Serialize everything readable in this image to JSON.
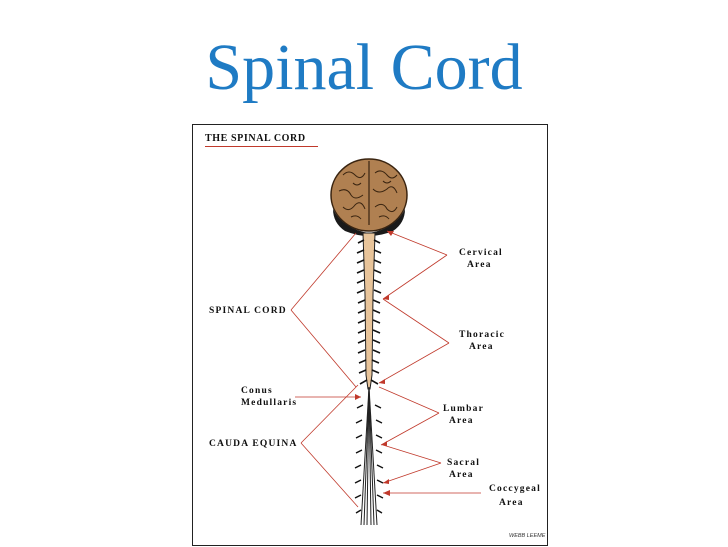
{
  "slide": {
    "title": "Spinal Cord"
  },
  "figure": {
    "title": "THE SPINAL CORD",
    "labels": {
      "spinal_cord": "SPINAL CORD",
      "conus_line1": "Conus",
      "conus_line2": "Medullaris",
      "cauda_equina": "CAUDA EQUINA",
      "cervical_line1": "Cervical",
      "cervical_line2": "Area",
      "thoracic_line1": "Thoracic",
      "thoracic_line2": "Area",
      "lumbar_line1": "Lumbar",
      "lumbar_line2": "Area",
      "sacral_line1": "Sacral",
      "sacral_line2": "Area",
      "coccygeal_line1": "Coccygeal",
      "coccygeal_line2": "Area"
    },
    "signature": "WEBB LEEME"
  },
  "colors": {
    "title_blue": "#1f7bc4",
    "brain_brown": "#b08051",
    "cord_tan": "#e8c49a",
    "leader_red": "#c0392b"
  }
}
